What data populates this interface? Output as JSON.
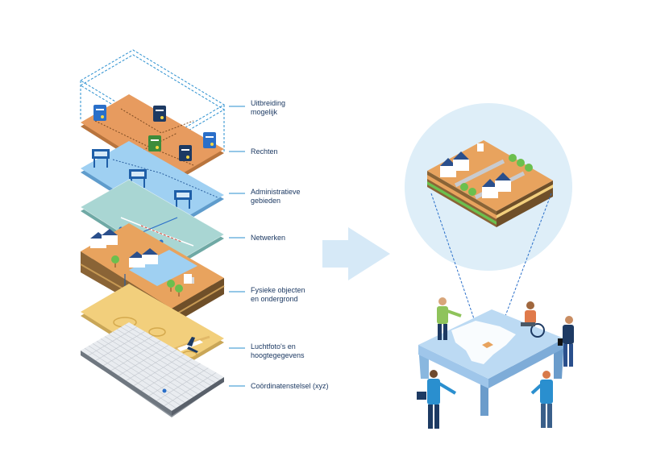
{
  "layers": [
    {
      "label": "Uitbreiding\nmogelijk"
    },
    {
      "label": "Rechten"
    },
    {
      "label": "Administratieve\ngebieden"
    },
    {
      "label": "Netwerken"
    },
    {
      "label": "Fysieke objecten\nen ondergrond"
    },
    {
      "label": "Luchtfoto's en\nhoogtegegevens"
    },
    {
      "label": "Coördinatenstelsel (xyz)"
    }
  ],
  "colors": {
    "leader_line": "#2a8fcf",
    "arrow": "#d6e9f7",
    "circle": "#deeef8",
    "rights_layer": "#e79b5f",
    "admin_layer": "#9fd0f2",
    "network_layer": "#a9d6d3",
    "physical_layer": "#e8a35e",
    "aerial_layer": "#f2cf7c",
    "grid_layer": "#e9ecf0",
    "table_top": "#bcdaf3",
    "table_side": "#89b7df"
  },
  "icons": [
    "document-key-icon",
    "admin-sign-icon",
    "house-icon",
    "tree-icon",
    "airplane-icon",
    "person-icon",
    "wheelchair-icon",
    "briefcase-icon"
  ]
}
